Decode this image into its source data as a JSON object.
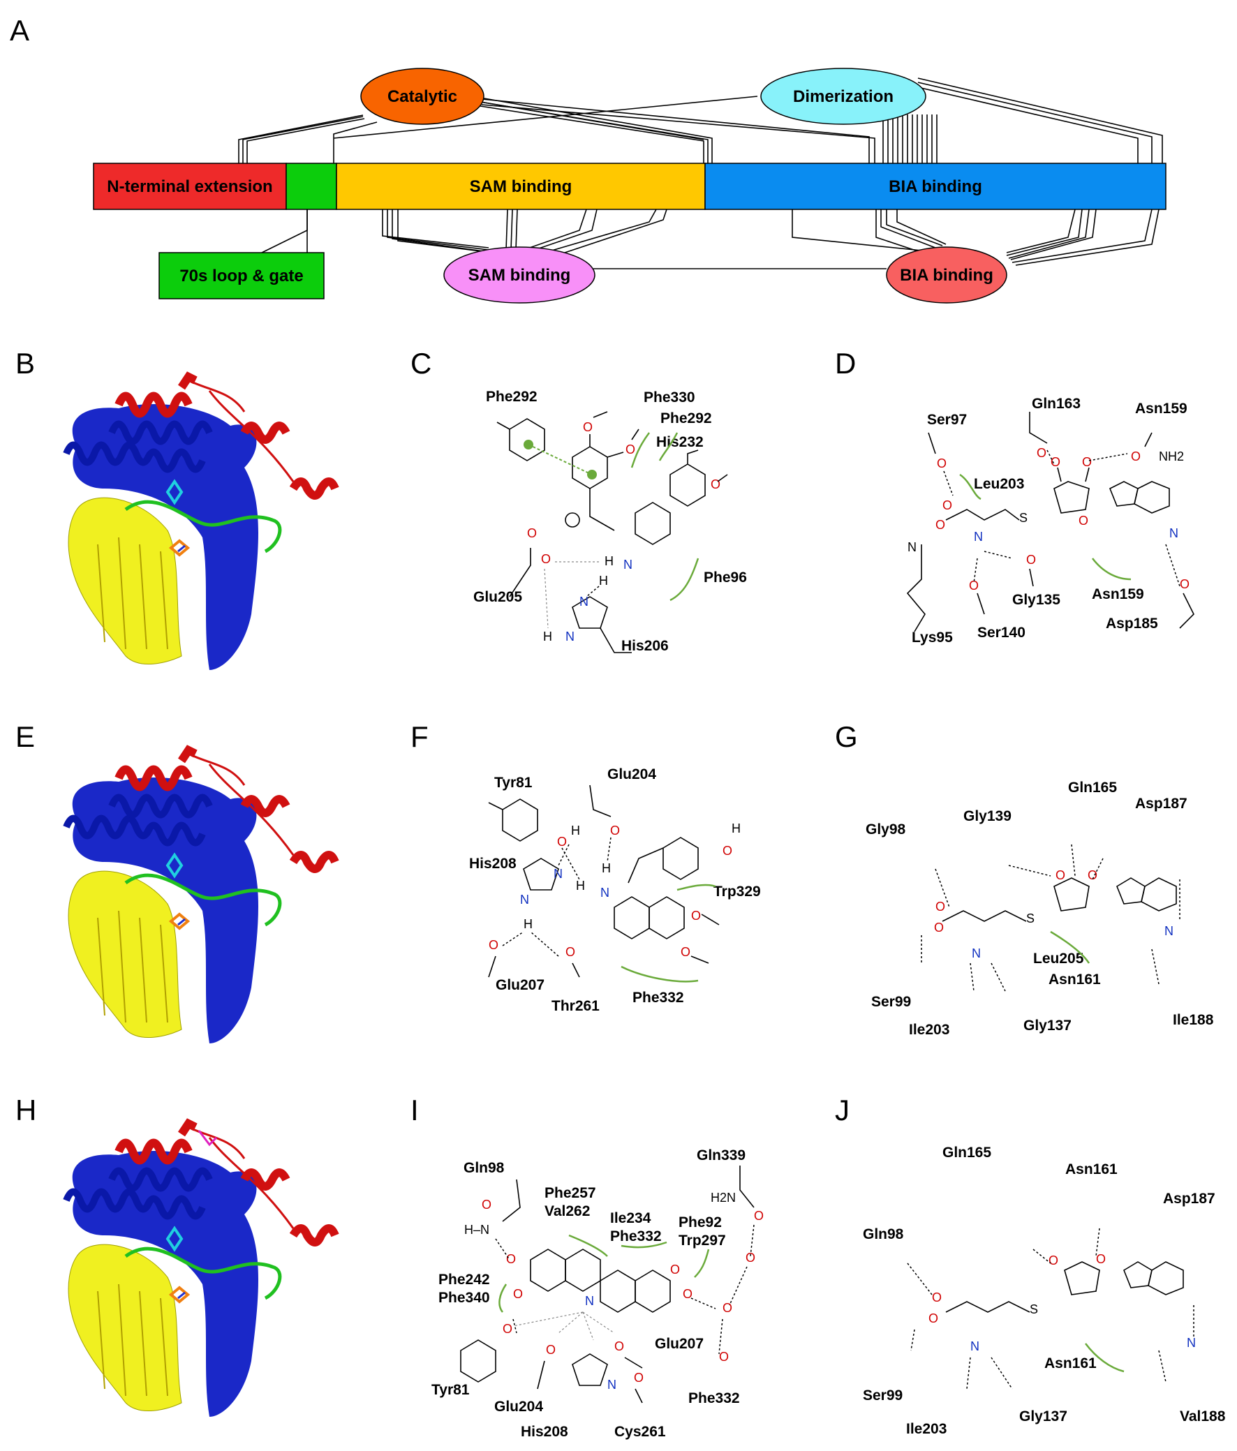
{
  "panels": {
    "A": "A",
    "B": "B",
    "C": "C",
    "D": "D",
    "E": "E",
    "F": "F",
    "G": "G",
    "H": "H",
    "I": "I",
    "J": "J"
  },
  "domains": {
    "nterm": "N-terminal extension",
    "sam": "SAM binding",
    "bia": "BIA binding",
    "loop_box": "70s loop & gate"
  },
  "ellipses": {
    "catalytic": "Catalytic",
    "dimerization": "Dimerization",
    "sam_binding": "SAM binding",
    "bia_binding": "BIA binding"
  },
  "colors": {
    "nterm": "#ee2a2a",
    "loop": "#0ccd0c",
    "sam": "#ffc800",
    "bia": "#0a8cf0",
    "catalytic": "#f86400",
    "dimerization": "#88f2fa",
    "sam_ellipse": "#f890f8",
    "bia_ellipse": "#f86060",
    "helix_red": "#d01010",
    "blue": "#1020c8",
    "yellow": "#f0f020",
    "green": "#20c020"
  },
  "C": {
    "r1": "Phe292",
    "r2": "Phe330",
    "r3": "Phe292",
    "r4": "His232",
    "r5": "Phe96",
    "r6": "Glu205",
    "r7": "His206"
  },
  "D": {
    "r1": "Ser97",
    "r2": "Gln163",
    "r3": "Asn159",
    "r4": "Leu203",
    "r5": "Lys95",
    "r6": "Gly135",
    "r7": "Asn159",
    "r8": "Ser140",
    "r9": "Asp185"
  },
  "F": {
    "r1": "Tyr81",
    "r2": "Glu204",
    "r3": "His208",
    "r4": "Trp329",
    "r5": "Glu207",
    "r6": "Thr261",
    "r7": "Phe332"
  },
  "G": {
    "r1": "Gln165",
    "r2": "Gly98",
    "r3": "Gly139",
    "r4": "Asp187",
    "r5": "Leu205",
    "r6": "Asn161",
    "r7": "Ser99",
    "r8": "Ile203",
    "r9": "Gly137",
    "r10": "Ile188"
  },
  "I": {
    "r1": "Gln98",
    "r2": "Gln339",
    "r3": "Phe257",
    "r4": "Val262",
    "r5": "Ile234",
    "r6": "Phe332",
    "r7": "Phe92",
    "r8": "Trp297",
    "r9": "Phe242",
    "r10": "Phe340",
    "r11": "Glu207",
    "r12": "Tyr81",
    "r13": "Glu204",
    "r14": "His208",
    "r15": "Cys261",
    "r16": "Phe332"
  },
  "J": {
    "r1": "Gln165",
    "r2": "Asn161",
    "r3": "Asp187",
    "r4": "Gln98",
    "r5": "Asn161",
    "r6": "Ser99",
    "r7": "Ile203",
    "r8": "Gly137",
    "r9": "Val188"
  }
}
